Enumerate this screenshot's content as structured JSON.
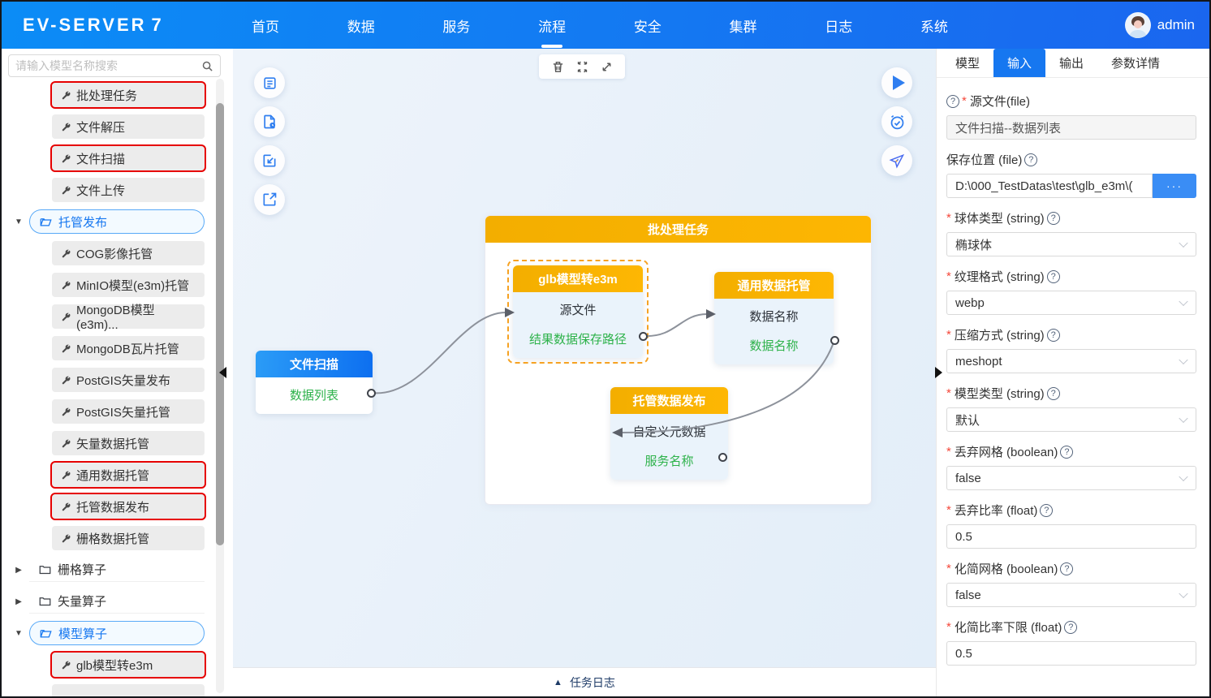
{
  "nav": {
    "logo": "EV-SERVER",
    "logo_mark": "7",
    "items": [
      "首页",
      "数据",
      "服务",
      "流程",
      "安全",
      "集群",
      "日志",
      "系统"
    ],
    "active_index": 3,
    "user": "admin"
  },
  "sidebar": {
    "search_placeholder": "请输入模型名称搜索",
    "items": [
      {
        "kind": "leaf",
        "label": "批处理任务",
        "flag": true
      },
      {
        "kind": "leaf",
        "label": "文件解压"
      },
      {
        "kind": "leaf",
        "label": "文件扫描",
        "flag": true
      },
      {
        "kind": "leaf",
        "label": "文件上传"
      },
      {
        "kind": "folder",
        "label": "托管发布",
        "expanded": true,
        "selected": true
      },
      {
        "kind": "leaf",
        "label": "COG影像托管"
      },
      {
        "kind": "leaf",
        "label": "MinIO模型(e3m)托管"
      },
      {
        "kind": "leaf",
        "label": "MongoDB模型(e3m)..."
      },
      {
        "kind": "leaf",
        "label": "MongoDB瓦片托管"
      },
      {
        "kind": "leaf",
        "label": "PostGIS矢量发布"
      },
      {
        "kind": "leaf",
        "label": "PostGIS矢量托管"
      },
      {
        "kind": "leaf",
        "label": "矢量数据托管"
      },
      {
        "kind": "leaf",
        "label": "通用数据托管",
        "flag": true
      },
      {
        "kind": "leaf",
        "label": "托管数据发布",
        "flag": true
      },
      {
        "kind": "leaf",
        "label": "栅格数据托管"
      },
      {
        "kind": "folder",
        "label": "栅格算子",
        "expanded": false
      },
      {
        "kind": "folder",
        "label": "矢量算子",
        "expanded": false
      },
      {
        "kind": "folder",
        "label": "模型算子",
        "expanded": true,
        "selected": true
      },
      {
        "kind": "leaf",
        "label": "glb模型转e3m",
        "flag": true
      },
      {
        "kind": "leaf",
        "label": "",
        "partial": true
      }
    ]
  },
  "canvas": {
    "left_tools": [
      "task-list",
      "file-clock",
      "import-flow",
      "export-flow"
    ],
    "top_tools": [
      "delete",
      "fit-view",
      "resize-diagonal"
    ],
    "right_tools": [
      "run",
      "schedule-check",
      "publish-send"
    ],
    "container_title": "批处理任务",
    "nodes": [
      {
        "id": "scan",
        "title": "文件扫描",
        "theme": "blue",
        "rows": [
          {
            "label": "数据列表",
            "color": "green",
            "port": true
          }
        ]
      },
      {
        "id": "glb",
        "title": "glb模型转e3m",
        "theme": "orange",
        "selected": true,
        "rows": [
          {
            "label": "源文件",
            "color": "dark"
          },
          {
            "label": "结果数据保存路径",
            "color": "green",
            "port": true
          }
        ]
      },
      {
        "id": "host",
        "title": "通用数据托管",
        "theme": "orange",
        "rows": [
          {
            "label": "数据名称",
            "color": "dark"
          },
          {
            "label": "数据名称",
            "color": "green",
            "port": true
          }
        ]
      },
      {
        "id": "publish",
        "title": "托管数据发布",
        "theme": "orange",
        "rows": [
          {
            "label": "自定义元数据",
            "color": "dark"
          },
          {
            "label": "服务名称",
            "color": "green",
            "port": true
          }
        ]
      }
    ],
    "log_icon_glyph": "▲",
    "log_label": "任务日志"
  },
  "panel": {
    "tabs": [
      "模型",
      "输入",
      "输出",
      "参数详情"
    ],
    "active_tab_index": 1,
    "fields": [
      {
        "help_pos": "before",
        "required": true,
        "label": "源文件(file)",
        "control": "readonly",
        "value": "文件扫描--数据列表"
      },
      {
        "help_pos": "after",
        "required": false,
        "label": "保存位置 (file)",
        "control": "path",
        "value": "D:\\000_TestDatas\\test\\glb_e3m\\(",
        "button": "···"
      },
      {
        "help_pos": "after",
        "required": true,
        "label": "球体类型 (string)",
        "control": "select",
        "value": "椭球体"
      },
      {
        "help_pos": "after",
        "required": true,
        "label": "纹理格式 (string)",
        "control": "select",
        "value": "webp"
      },
      {
        "help_pos": "after",
        "required": true,
        "label": "压缩方式 (string)",
        "control": "select",
        "value": "meshopt"
      },
      {
        "help_pos": "after",
        "required": true,
        "label": "模型类型 (string)",
        "control": "select",
        "value": "默认"
      },
      {
        "help_pos": "after",
        "required": true,
        "label": "丢弃网格 (boolean)",
        "control": "select",
        "value": "false"
      },
      {
        "help_pos": "after",
        "required": true,
        "label": "丢弃比率 (float)",
        "control": "input",
        "value": "0.5"
      },
      {
        "help_pos": "after",
        "required": true,
        "label": "化简网格 (boolean)",
        "control": "select",
        "value": "false"
      },
      {
        "help_pos": "after",
        "required": true,
        "label": "化简比率下限 (float)",
        "control": "input",
        "value": "0.5"
      }
    ],
    "colors": {
      "accent": "#1677f0",
      "node_orange": "#f8b000",
      "node_blue": "#1a86f3",
      "green": "#2db24a",
      "flag_red": "#e60000"
    }
  }
}
